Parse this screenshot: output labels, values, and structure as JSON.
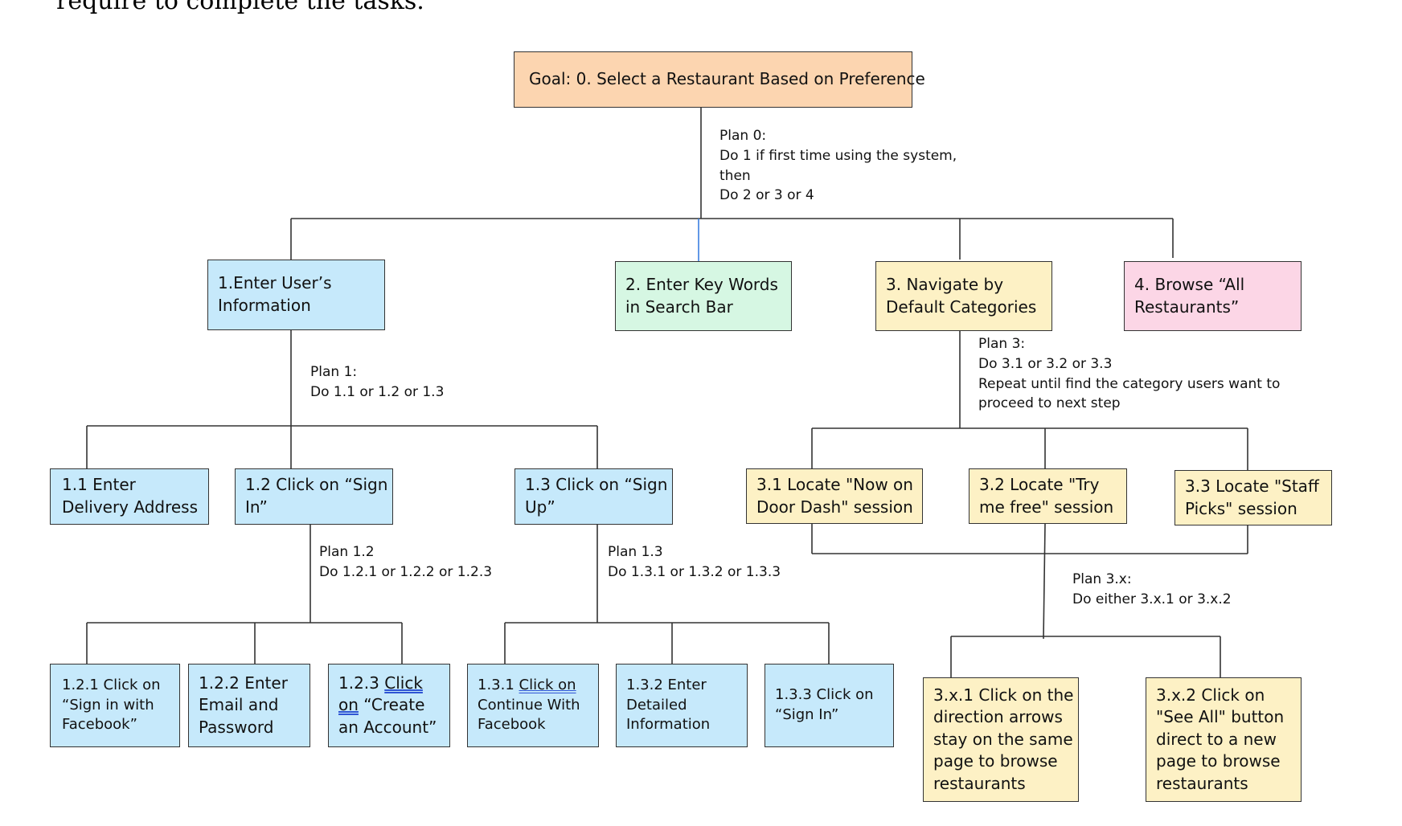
{
  "header": {
    "partial_text": "require to complete the tasks."
  },
  "colors": {
    "goal": "#fcd5b0",
    "user_info": "#c6e9fb",
    "search": "#d6f7e3",
    "category": "#fdf1c5",
    "browse": "#fcd6e6",
    "connector": "#333333",
    "connector_highlight": "#3b7fe0"
  },
  "nodes": {
    "goal": {
      "line1": "Goal: 0. Select a Restaurant Based on Preference"
    },
    "n1": {
      "line1": "1.Enter User’s",
      "line2": "Information"
    },
    "n2": {
      "line1": "2. Enter Key Words",
      "line2": "in Search Bar"
    },
    "n3": {
      "line1": "3. Navigate by",
      "line2": "Default Categories"
    },
    "n4": {
      "line1": "4. Browse “All",
      "line2": "Restaurants”"
    },
    "n1_1": {
      "line1": "1.1 Enter",
      "line2": "Delivery Address"
    },
    "n1_2": {
      "line1": "1.2 Click on “Sign",
      "line2": "In”"
    },
    "n1_3": {
      "line1": "1.3 Click on “Sign",
      "line2": "Up”"
    },
    "n3_1": {
      "line1": "3.1 Locate \"Now on",
      "line2": "Door Dash\" session"
    },
    "n3_2": {
      "line1": "3.2 Locate \"Try",
      "line2": "me free\" session"
    },
    "n3_3": {
      "line1": "3.3 Locate \"Staff",
      "line2": "Picks\" session"
    },
    "n1_2_1": {
      "line1": "1.2.1 Click on",
      "line2": "“Sign in with",
      "line3": "Facebook”"
    },
    "n1_2_2": {
      "line1": "1.2.2 Enter",
      "line2": "Email and",
      "line3": "Password"
    },
    "n1_2_3": {
      "line1a": "1.2.3 ",
      "line1b": "Click",
      "line2a": "on",
      "line2b": " “Create",
      "line3": "an Account”"
    },
    "n1_3_1": {
      "line1a": "1.3.1 ",
      "line1b": "Click  on",
      "line2": "Continue With",
      "line3": "Facebook"
    },
    "n1_3_2": {
      "line1": "1.3.2 Enter",
      "line2": "Detailed",
      "line3": "Information"
    },
    "n1_3_3": {
      "line1": "1.3.3 Click on",
      "line2": "“Sign In”"
    },
    "n3_x_1": {
      "line1": "3.x.1 Click on the",
      "line2": "direction arrows",
      "line3": "stay on the same",
      "line4": "page to browse",
      "line5": "restaurants"
    },
    "n3_x_2": {
      "line1": "3.x.2 Click on",
      "line2": "\"See All\" button",
      "line3": "direct to a new",
      "line4": "page to browse",
      "line5": "restaurants"
    }
  },
  "plans": {
    "plan0": {
      "line1": "Plan 0:",
      "line2": "Do 1 if first time using the system,",
      "line3": "then",
      "line4": "Do 2 or 3 or 4"
    },
    "plan1": {
      "line1": "Plan 1:",
      "line2": "Do 1.1 or 1.2 or 1.3"
    },
    "plan1_2": {
      "line1": "Plan 1.2",
      "line2": "Do 1.2.1 or 1.2.2 or 1.2.3"
    },
    "plan1_3": {
      "line1": "Plan 1.3",
      "line2": "Do 1.3.1 or 1.3.2 or 1.3.3"
    },
    "plan3": {
      "line1": "Plan 3:",
      "line2": "Do 3.1 or 3.2 or 3.3",
      "line3": "Repeat until find the category users want to",
      "line4": "proceed to next step"
    },
    "plan3_x": {
      "line1": "Plan 3.x:",
      "line2": "Do either 3.x.1 or 3.x.2"
    }
  }
}
